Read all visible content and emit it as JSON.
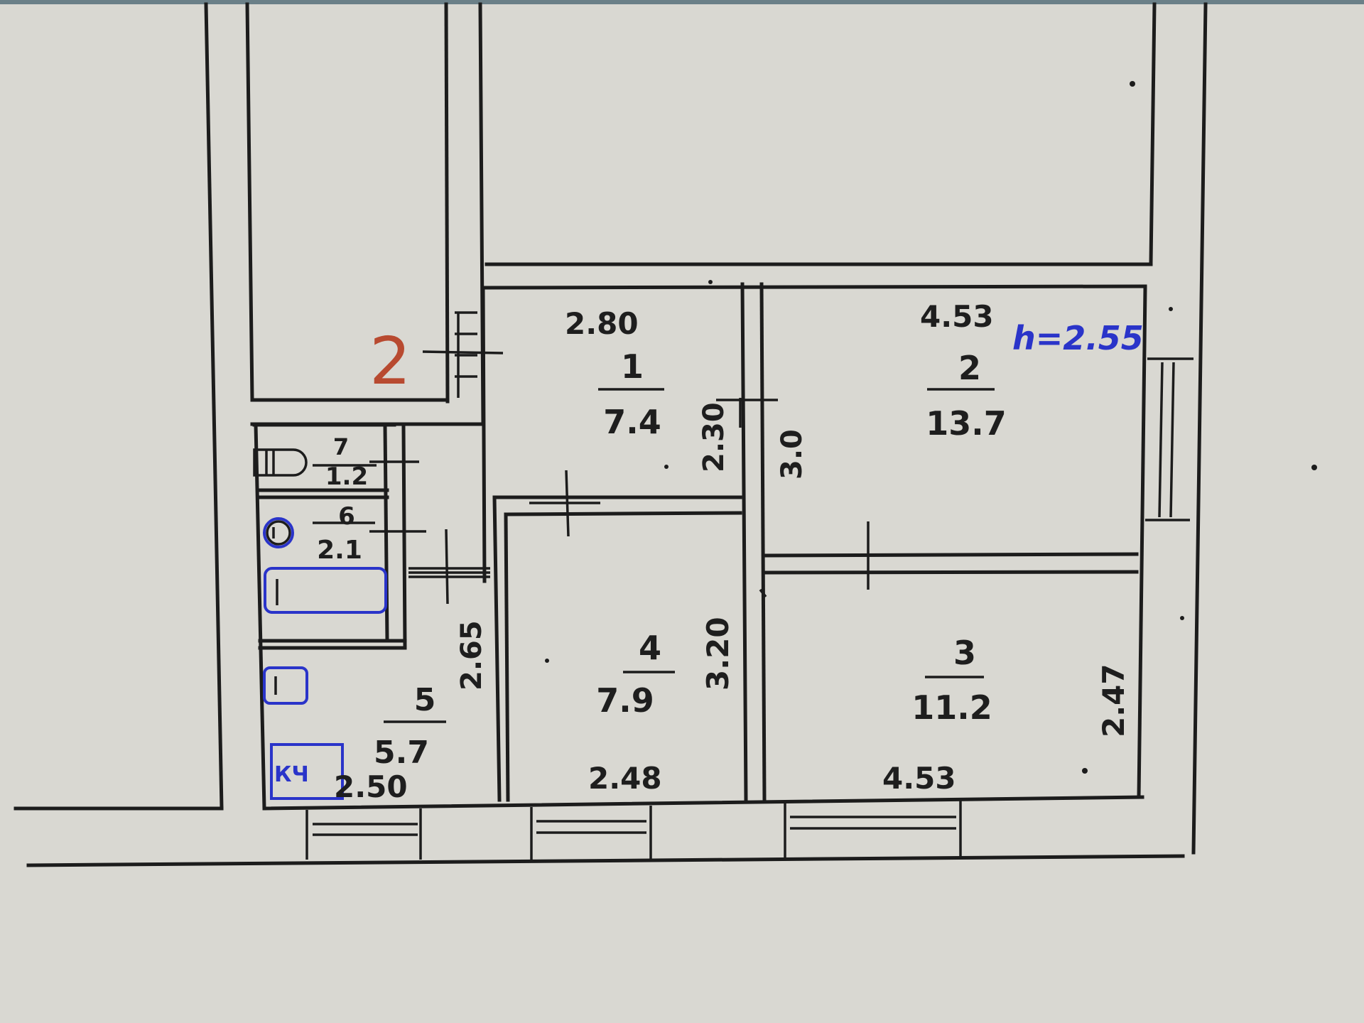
{
  "colors": {
    "paper": "#d9d8d2",
    "ink": "#1c1c1c",
    "blue_marker": "#2a34c9",
    "red_marker": "#b84a30"
  },
  "plan": {
    "floor_label": "2",
    "ceiling_height": "h=2.55",
    "rooms": [
      {
        "number": "1",
        "area": "7.4"
      },
      {
        "number": "2",
        "area": "13.7"
      },
      {
        "number": "3",
        "area": "11.2"
      },
      {
        "number": "4",
        "area": "7.9"
      },
      {
        "number": "5",
        "area": "5.7"
      },
      {
        "number": "6",
        "area": "2.1"
      },
      {
        "number": "7",
        "area": "1.2"
      }
    ],
    "dimensions": {
      "room1_top": "2.80",
      "room2_top": "4.53",
      "room1_side": "2.30",
      "room2_side": "3.0",
      "room4_side": "3.20",
      "room3_side": "2.47",
      "room5_side": "2.65",
      "room5_bottom": "2.50",
      "room4_bottom": "2.48",
      "room3_bottom": "4.53"
    },
    "fixture_marks": [
      "КЧ"
    ]
  }
}
